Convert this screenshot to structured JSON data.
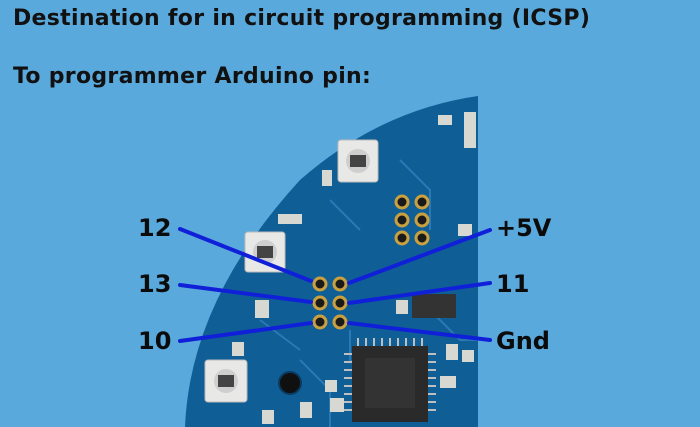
{
  "heading": {
    "title": "Destination for in circuit programming (ICSP)",
    "subtitle": "To programmer Arduino pin:"
  },
  "pin_labels": {
    "left_top": "12",
    "left_mid": "13",
    "left_bot": "10",
    "right_top": "+5V",
    "right_mid": "11",
    "right_bot": "Gnd"
  },
  "colors": {
    "background": "#5aa9dd",
    "board": "#0f5e96",
    "pointer_line": "#1020d8",
    "text": "#111111"
  }
}
